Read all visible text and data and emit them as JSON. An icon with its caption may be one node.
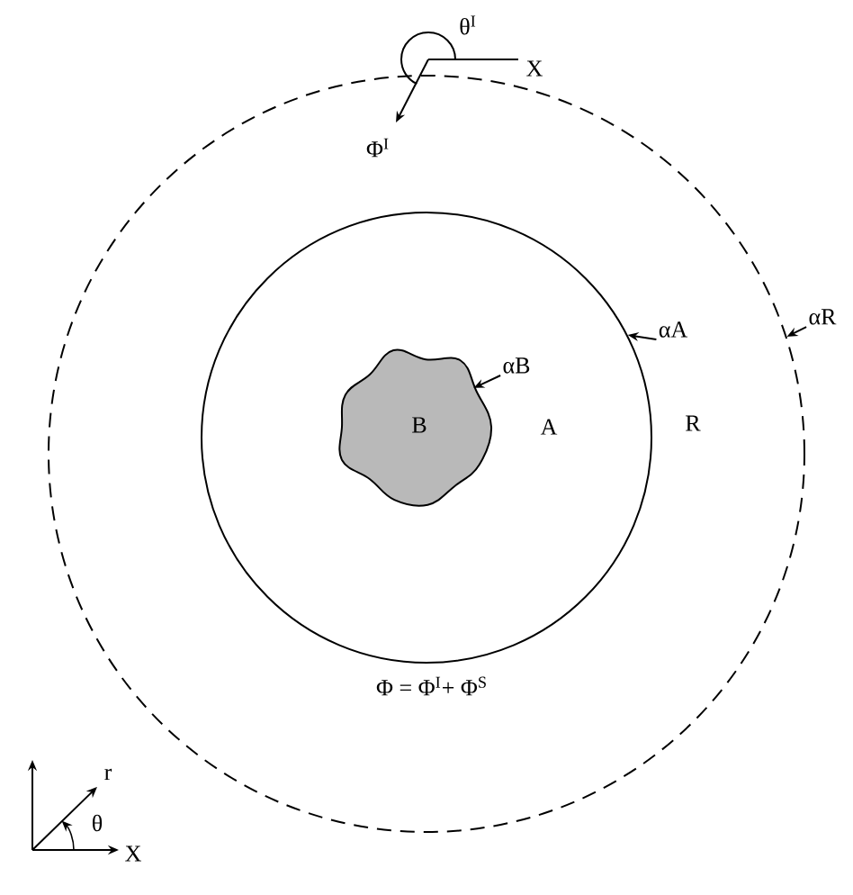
{
  "diagram": {
    "nodes": [
      {
        "text": [
          "R"
        ]
      },
      {
        "text": [
          "A"
        ],
        "in": 0
      },
      {
        "text": [
          "B"
        ],
        "in": 1
      },
      {
        "text": [
          "αR"
        ]
      },
      {
        "text": [
          "αA"
        ],
        "in": 0
      },
      {
        "text": [
          "αB"
        ],
        "in": 1
      }
    ],
    "edges": [
      {
        "from": 3,
        "to": 0,
        "arrow": "to"
      },
      {
        "from": 4,
        "to": 1,
        "arrow": "to"
      },
      {
        "from": 5,
        "to": 2,
        "arrow": "to"
      }
    ],
    "labels": [
      "θ$^{I}$",
      "X",
      "Φ$^{I}$",
      "Φ = Φ$^{I}$+ Φ$^{S}$",
      "r",
      "θ",
      "X"
    ]
  }
}
